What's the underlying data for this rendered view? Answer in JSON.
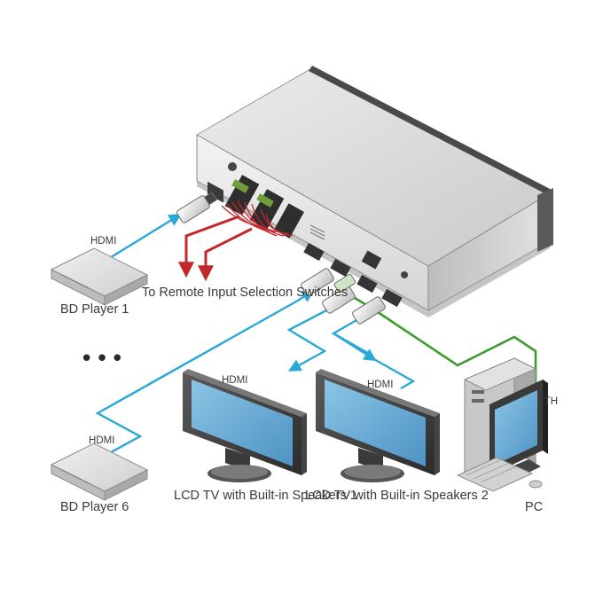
{
  "labels": {
    "hdmi_bd1": "HDMI",
    "hdmi_bd6": "HDMI",
    "hdmi_tv1": "HDMI",
    "hdmi_tv2": "HDMI",
    "eth": "ETH",
    "bd_player_1": "BD Player 1",
    "bd_player_6": "BD Player 6",
    "remote_line1": "To Remote",
    "remote_line2": "Input Selection",
    "remote_line3": "Switches",
    "tv1_line1": "LCD TV with",
    "tv1_line2": "Built-in Speakers 1",
    "tv2_line1": "LCD TV with",
    "tv2_line2": "Built-in Speakers 2",
    "pc": "PC",
    "ellipsis": "•••"
  },
  "colors": {
    "hdmi_cable": "#2aa8d8",
    "eth_cable": "#3e9a2e",
    "remote_wire": "#c0282a",
    "device_body": "#d9d9d9",
    "screen": "#6aaed6"
  },
  "icons": {
    "switcher": "matrix-switcher-icon",
    "bd_player": "bluray-player-icon",
    "tv": "lcd-tv-icon",
    "pc": "desktop-pc-icon"
  }
}
